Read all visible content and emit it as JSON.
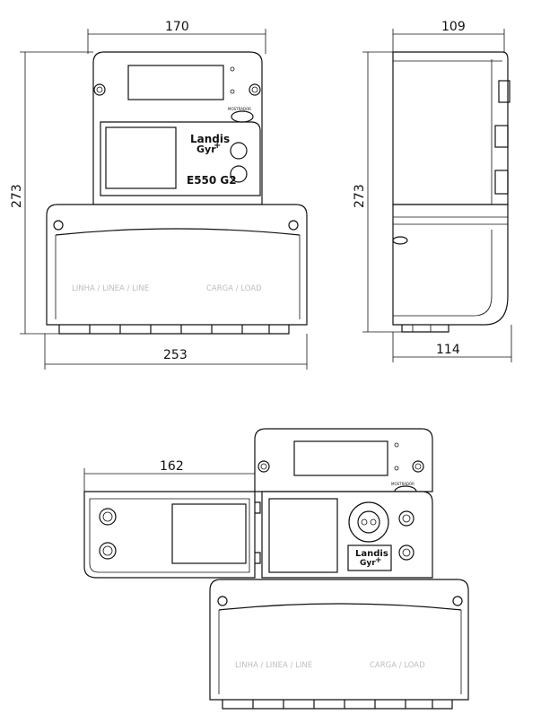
{
  "dimensions": {
    "front_width": "170",
    "front_height": "273",
    "front_base_width": "253",
    "side_depth_top": "109",
    "side_height": "273",
    "side_depth_bottom": "114",
    "open_cover_width": "162"
  },
  "meter": {
    "brand_line1": "Landis",
    "brand_line2": "Gyr",
    "brand_plus": "+",
    "model": "E550 G2",
    "button_label": "MOSTRADOR",
    "line_label": "LINHA / LINEA / LINE",
    "load_label": "CARGA / LOAD"
  }
}
